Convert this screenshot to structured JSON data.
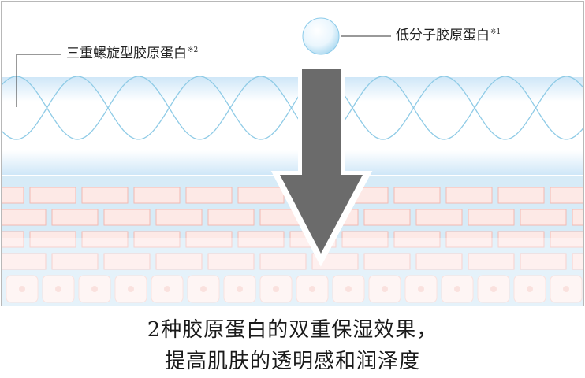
{
  "labels": {
    "triple_helix": "三重螺旋型胶原蛋白",
    "triple_helix_note": "※2",
    "low_molecular": "低分子胶原蛋白",
    "low_molecular_note": "※1"
  },
  "caption": {
    "line1": "2种胶原蛋白的双重保湿效果，",
    "line2": "提高肌肤的透明感和润泽度"
  },
  "colors": {
    "helix_band": "#dbeefb",
    "helix_line": "#8fcbe6",
    "skin_bg": "#cfe6f5",
    "brick_fill": "#fde9e6",
    "brick_stroke": "#f2b9b2",
    "cell_fill": "#fdf0ee",
    "arrow_fill": "#6b6b6b"
  },
  "icons": {
    "molecule": "sphere-icon",
    "arrow": "down-arrow-icon"
  }
}
